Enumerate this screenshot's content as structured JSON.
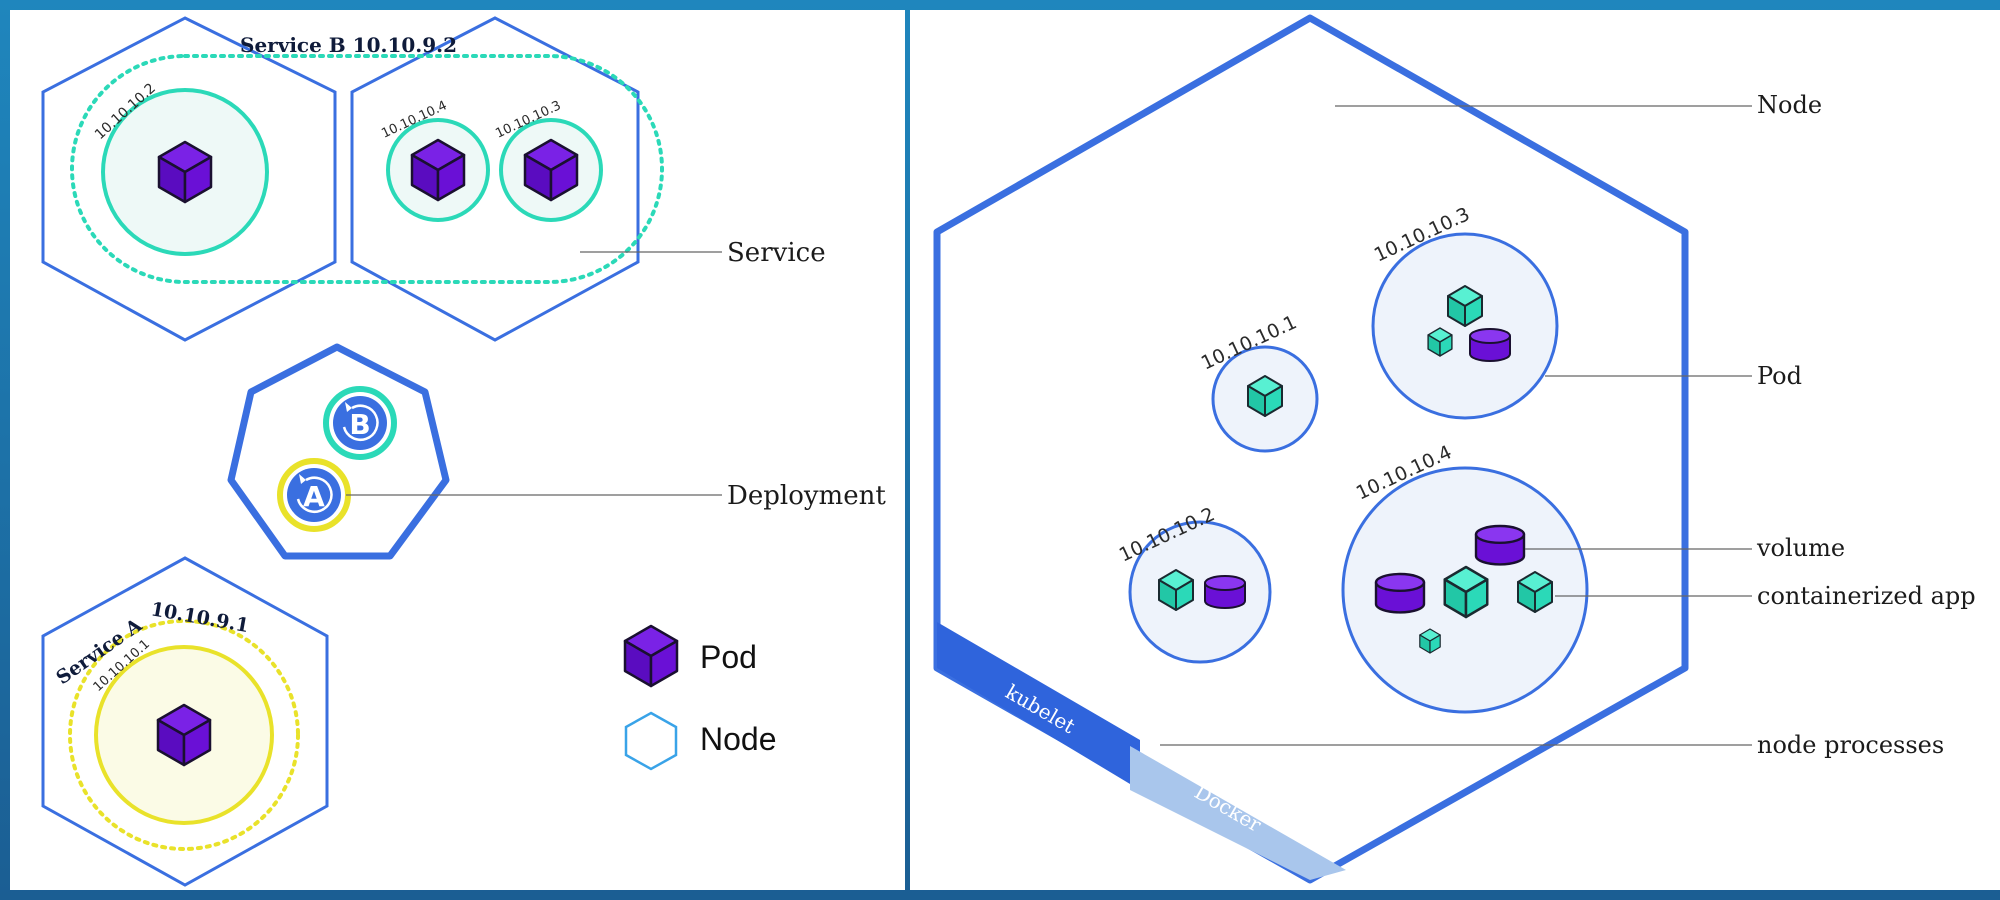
{
  "colors": {
    "node_blue": "#3a6fe0",
    "teal": "#2bd9b8",
    "purple": "#6a10d6",
    "yellow": "#e9e22a",
    "pod_fill": "#eef3fb"
  },
  "left_diagram": {
    "service_b_label": "Service B 10.10.9.2",
    "service_a_label": "Service A 10.10.9.1",
    "pod_ips": {
      "p2": "10.10.10.2",
      "p4": "10.10.10.4",
      "p3": "10.10.10.3",
      "p1": "10.10.10.1"
    },
    "deployment_badges": {
      "b": "B",
      "a": "A"
    },
    "callouts": {
      "service": "Service",
      "deployment": "Deployment"
    },
    "legend": {
      "pod": "Pod",
      "node": "Node"
    }
  },
  "right_diagram": {
    "pods": [
      {
        "ip": "10.10.10.1"
      },
      {
        "ip": "10.10.10.3"
      },
      {
        "ip": "10.10.10.2"
      },
      {
        "ip": "10.10.10.4"
      }
    ],
    "processes": {
      "kubelet": "kubelet",
      "docker": "Docker"
    },
    "callouts": {
      "node": "Node",
      "pod": "Pod",
      "volume": "volume",
      "containerized_app": "containerized app",
      "node_processes": "node processes"
    }
  }
}
